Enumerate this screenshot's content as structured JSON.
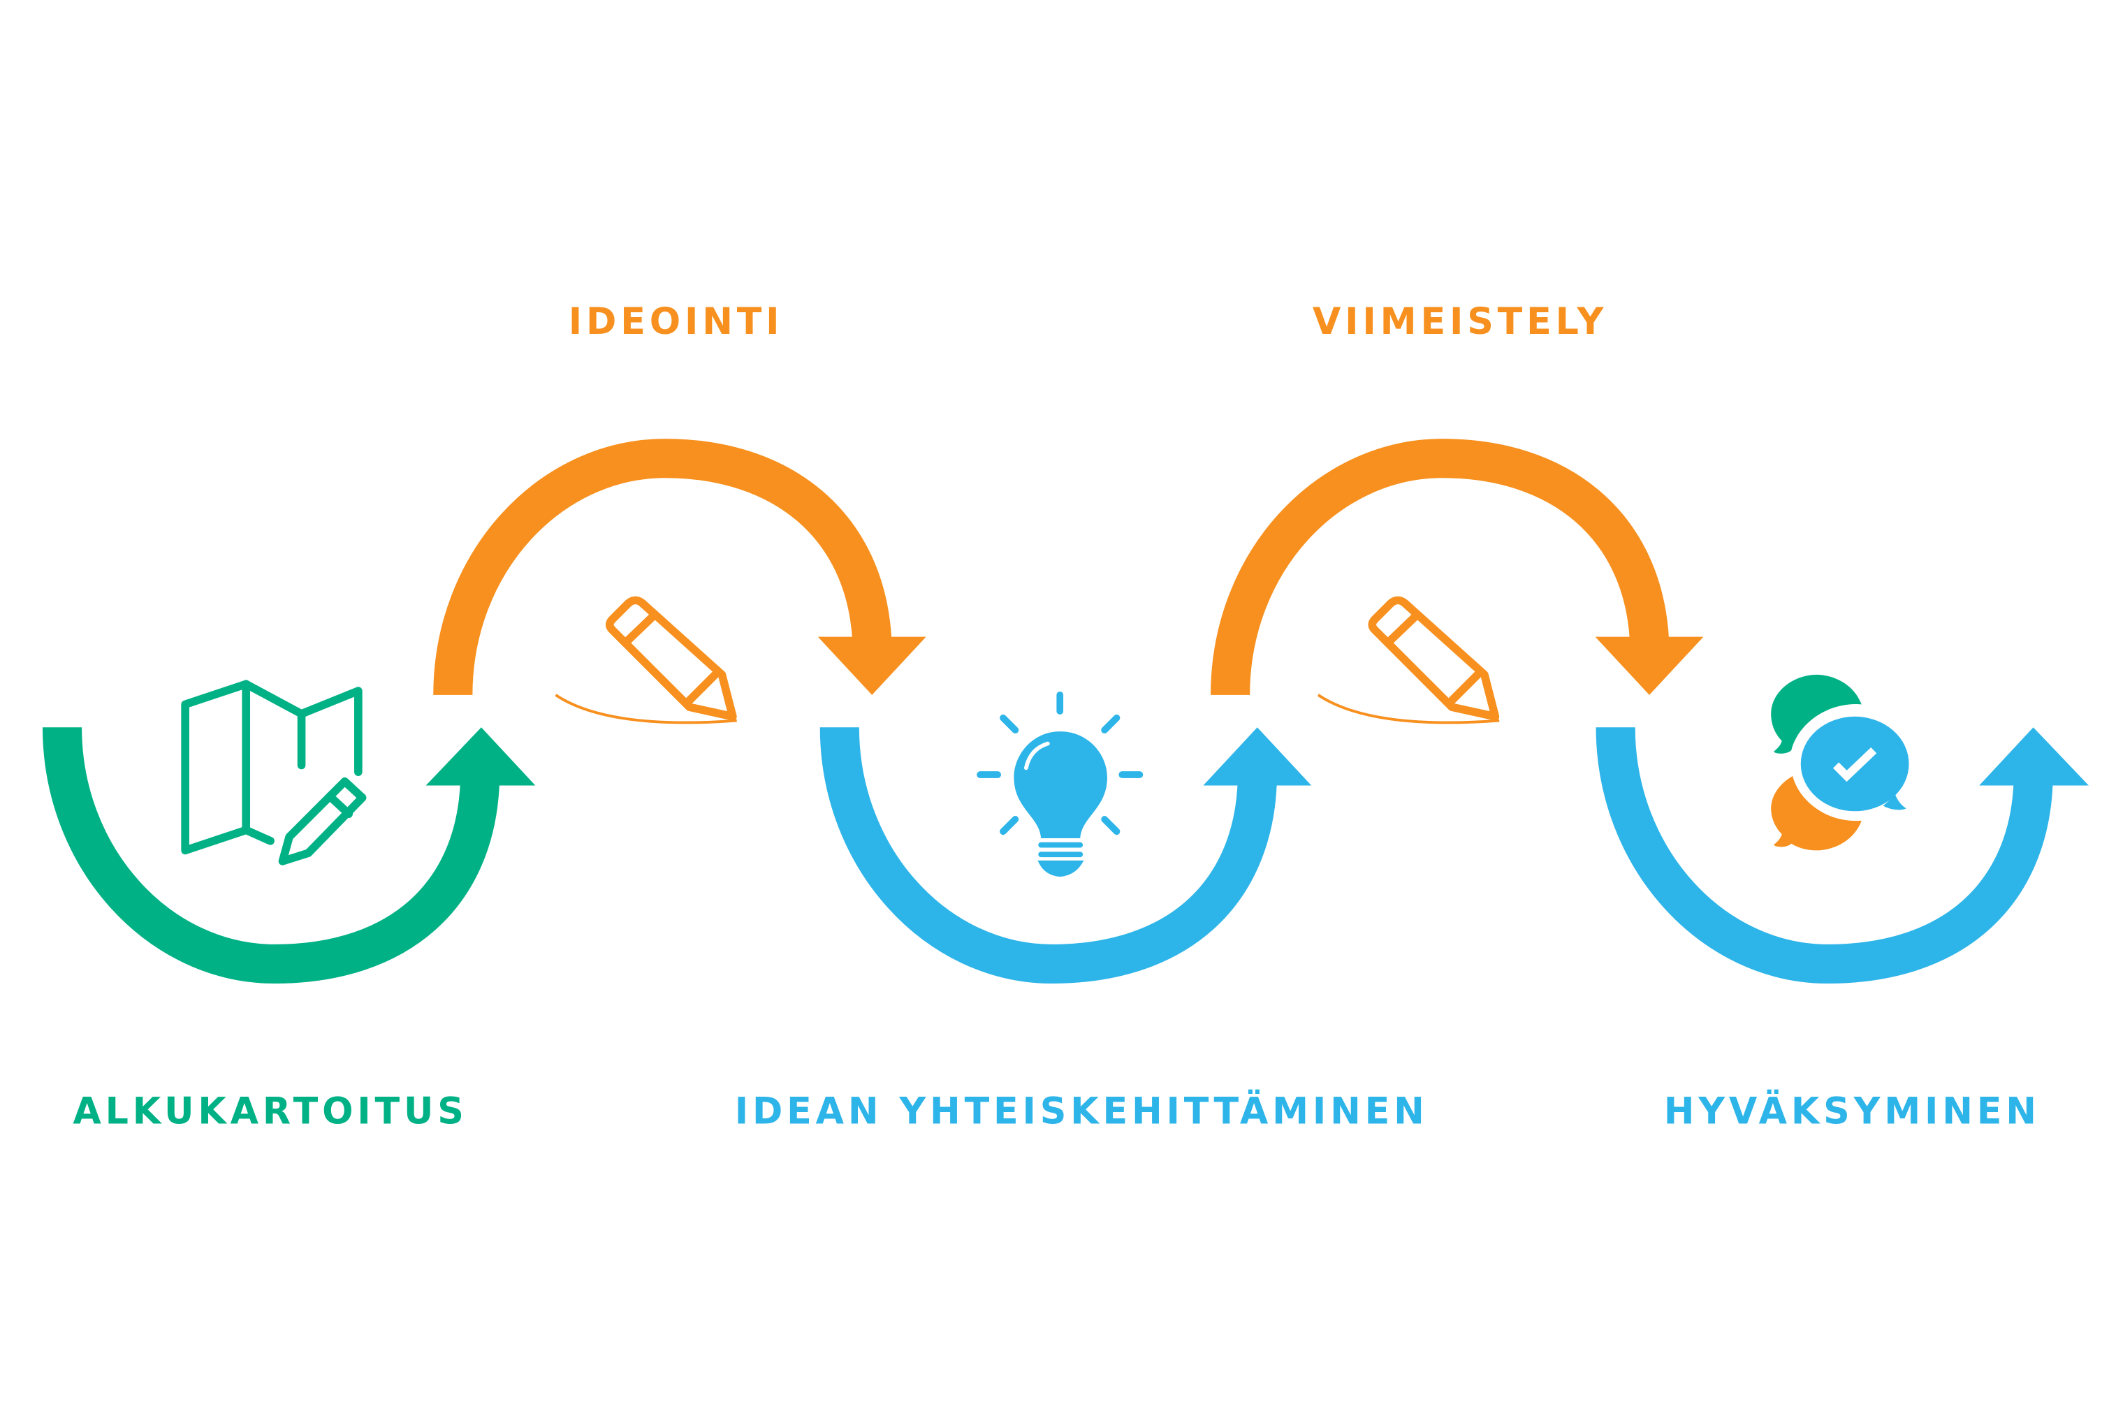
{
  "colors": {
    "green": "#00B185",
    "orange": "#F7901E",
    "blue": "#2DB4E8"
  },
  "steps": [
    {
      "label": "ALKUKARTOITUS",
      "icon": "map-pencil-icon",
      "color": "green"
    },
    {
      "label": "IDEOINTI",
      "icon": "pencil-icon",
      "color": "orange"
    },
    {
      "label": "IDEAN YHTEISKEHITTÄMINEN",
      "icon": "lightbulb-icon",
      "color": "blue"
    },
    {
      "label": "VIIMEISTELY",
      "icon": "pencil-icon",
      "color": "orange"
    },
    {
      "label": "HYVÄKSYMINEN",
      "icon": "chat-bubbles-check-icon",
      "color": "blue"
    }
  ]
}
